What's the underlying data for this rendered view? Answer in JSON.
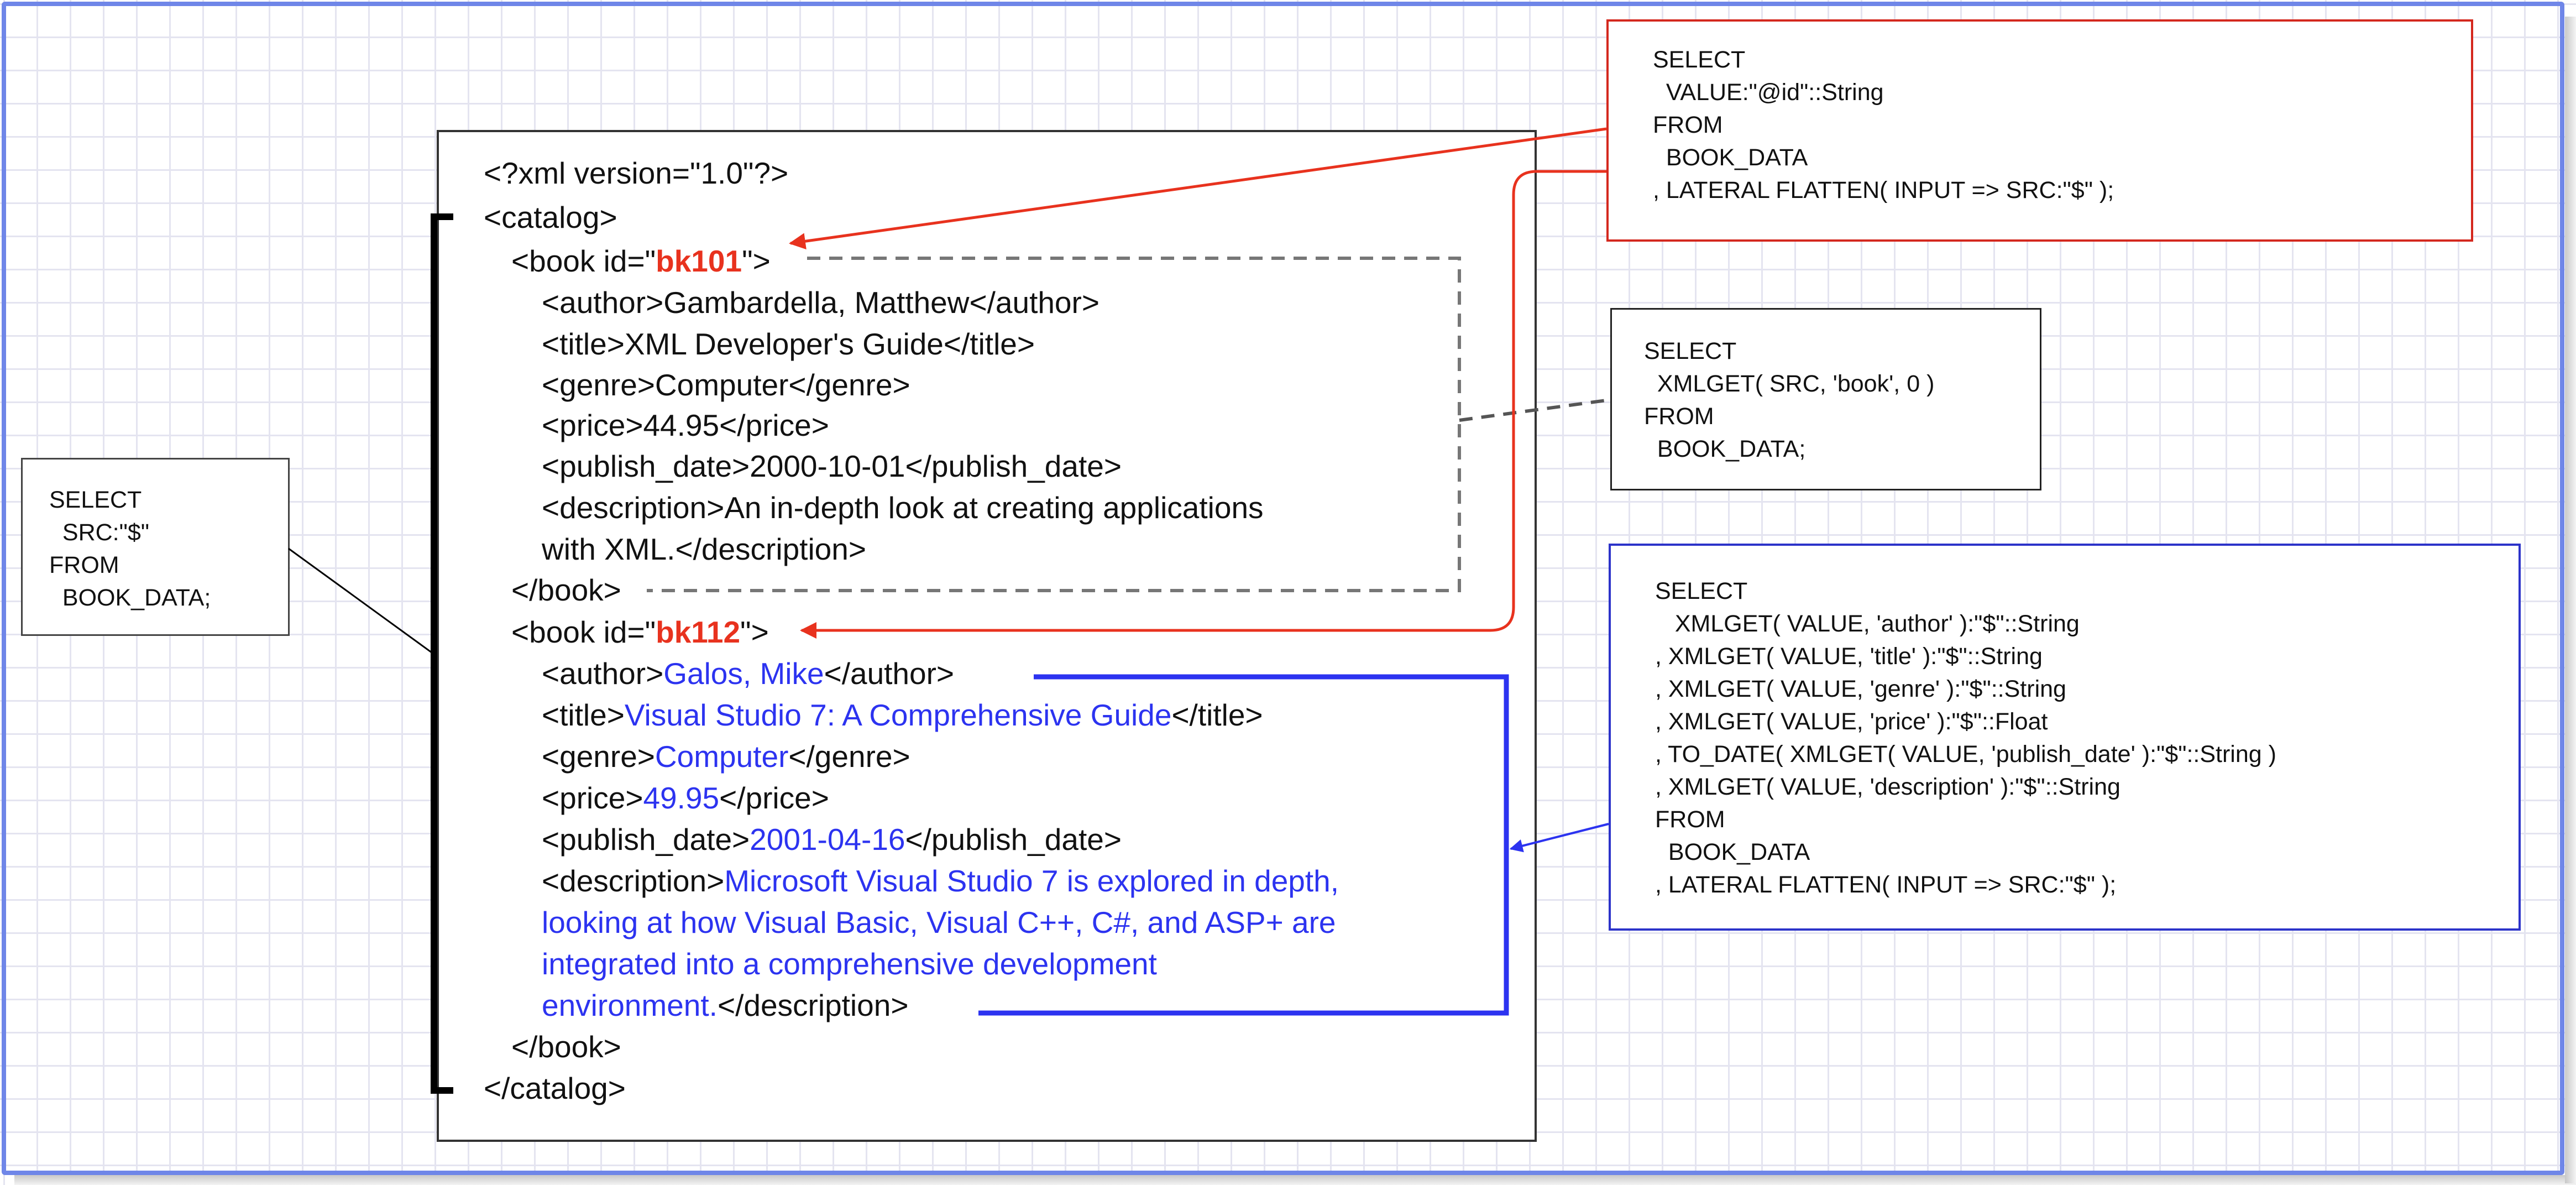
{
  "xml": {
    "lines": [
      {
        "pre": "<?xml version=\"1.0\"?>"
      },
      {
        "pre": "<catalog>"
      },
      {
        "pre": "<book id=\"",
        "red": "bk101",
        "post": "\">"
      },
      {
        "pre": "<author>Gambardella, Matthew</author>"
      },
      {
        "pre": "<title>XML Developer's Guide</title>"
      },
      {
        "pre": "<genre>Computer</genre>"
      },
      {
        "pre": "<price>44.95</price>"
      },
      {
        "pre": "<publish_date>2000-10-01</publish_date>"
      },
      {
        "pre": "<description>An in-depth look at creating applications"
      },
      {
        "pre": "with XML.</description>"
      },
      {
        "pre": "</book>"
      },
      {
        "pre": "<book id=\"",
        "red": "bk112",
        "post": "\">"
      },
      {
        "pre": "<author>",
        "blue": "Galos, Mike",
        "post": "</author>"
      },
      {
        "pre": "<title>",
        "blue": "Visual Studio 7: A Comprehensive Guide",
        "post": "</title>"
      },
      {
        "pre": "<genre>",
        "blue": "Computer",
        "post": "</genre>"
      },
      {
        "pre": "<price>",
        "blue": "49.95",
        "post": "</price>"
      },
      {
        "pre": "<publish_date>",
        "blue": "2001-04-16",
        "post": "</publish_date>"
      },
      {
        "pre": "<description>",
        "blue": "Microsoft Visual Studio 7 is explored in depth,"
      },
      {
        "blue": "looking at how Visual Basic, Visual C++, C#, and ASP+ are"
      },
      {
        "blue": "integrated into a comprehensive development"
      },
      {
        "blue": "environment.",
        "post": "</description>"
      },
      {
        "pre": "</book>"
      },
      {
        "pre": "</catalog>"
      }
    ]
  },
  "queries": {
    "root": [
      "SELECT",
      "  SRC:\"$\"",
      "FROM",
      "  BOOK_DATA;"
    ],
    "attribute": [
      "SELECT",
      "  VALUE:\"@id\"::String",
      "FROM",
      "  BOOK_DATA",
      ", LATERAL FLATTEN( INPUT => SRC:\"$\" );"
    ],
    "first_book": [
      "SELECT",
      "  XMLGET( SRC, 'book', 0 )",
      "FROM",
      "  BOOK_DATA;"
    ],
    "flatten": [
      "SELECT",
      "   XMLGET( VALUE, 'author' ):\"$\"::String",
      ", XMLGET( VALUE, 'title' ):\"$\"::String",
      ", XMLGET( VALUE, 'genre' ):\"$\"::String",
      ", XMLGET( VALUE, 'price' ):\"$\"::Float",
      ", TO_DATE( XMLGET( VALUE, 'publish_date' ):\"$\"::String )",
      ", XMLGET( VALUE, 'description' ):\"$\"::String",
      "FROM",
      "  BOOK_DATA",
      ", LATERAL FLATTEN( INPUT => SRC:\"$\" );"
    ]
  },
  "colors": {
    "red": "#e8321e",
    "blue": "#2c33f0",
    "frame": "#6f86e8"
  }
}
